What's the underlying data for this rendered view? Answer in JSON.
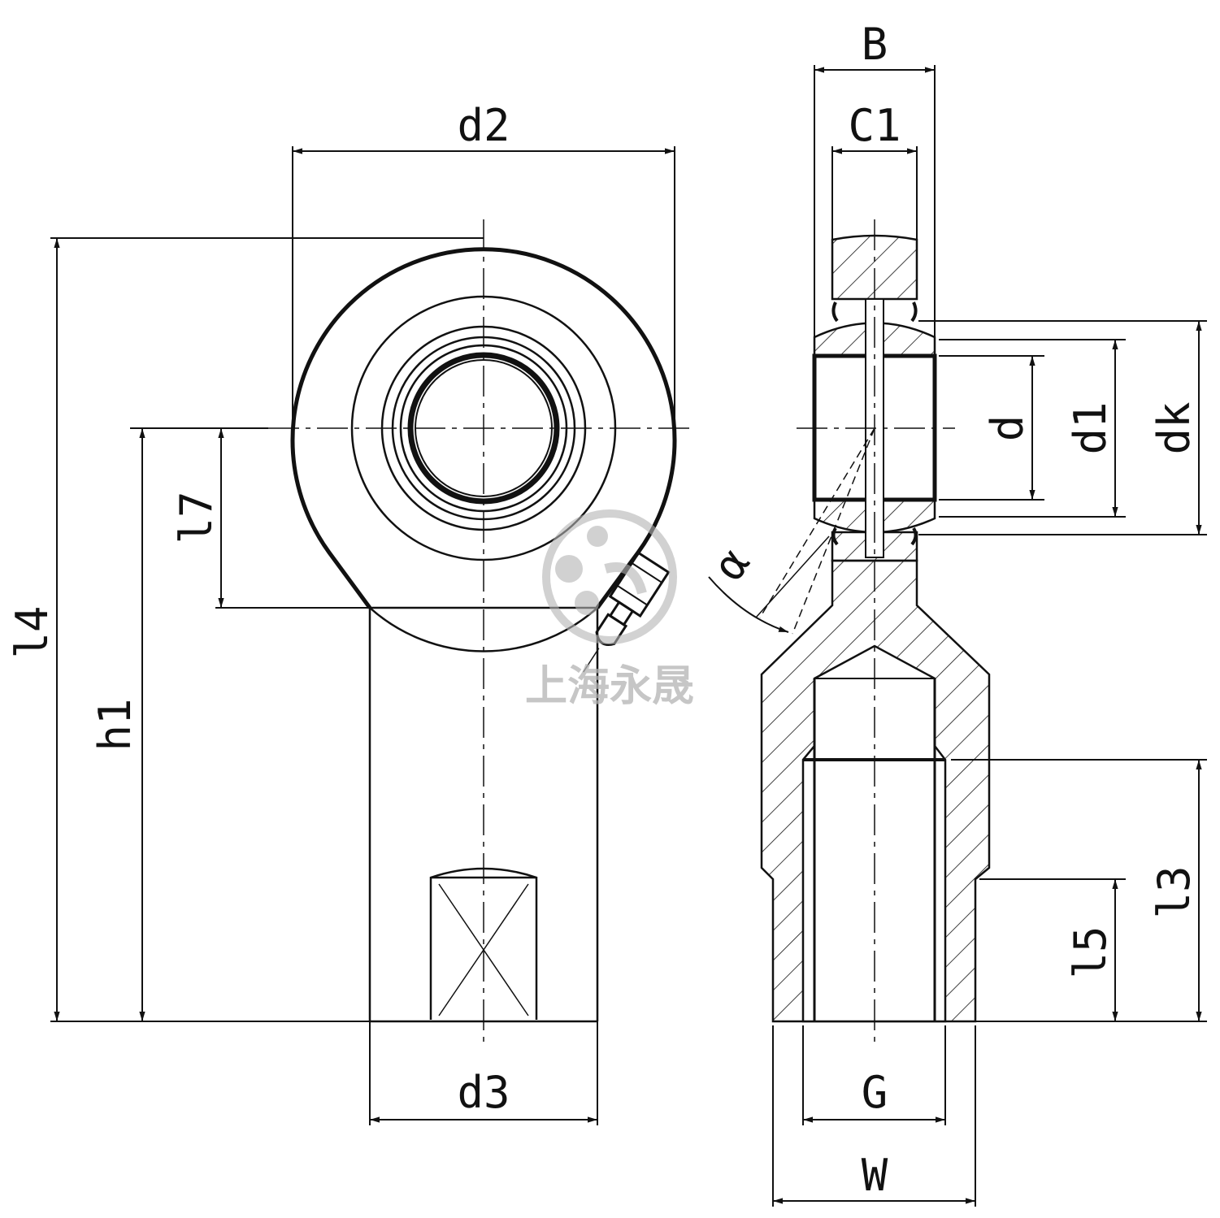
{
  "colors": {
    "line": "#111111",
    "watermark": "#b4b4b4",
    "background": "#ffffff"
  },
  "front_view": {
    "d2": "d2",
    "l4": "l4",
    "h1": "h1",
    "l7": "l7",
    "d3": "d3"
  },
  "side_view": {
    "B": "B",
    "C1": "C1",
    "d": "d",
    "d1": "d1",
    "dk": "dk",
    "alpha": "α",
    "l3": "l3",
    "l5": "l5",
    "G": "G",
    "W": "W"
  },
  "watermark": {
    "text": "上海永晟",
    "logo_icon": "company-logo-icon"
  }
}
